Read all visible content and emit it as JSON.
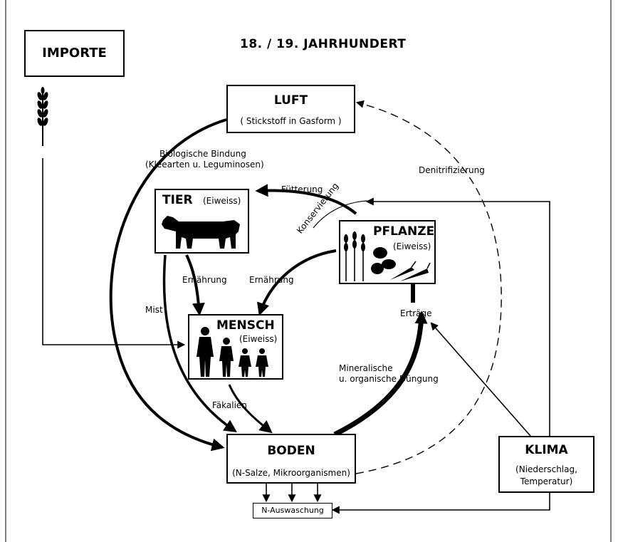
{
  "title": "18. / 19. JAHRHUNDERT",
  "nodes": {
    "importe": {
      "label": "IMPORTE"
    },
    "luft": {
      "label": "LUFT",
      "sub": "( Stickstoff in Gasform )"
    },
    "tier": {
      "label": "TIER",
      "sub": "(Eiweiss)"
    },
    "pflanze": {
      "label": "PFLANZE",
      "sub": "(Eiweiss)"
    },
    "mensch": {
      "label": "MENSCH",
      "sub": "(Eiweiss)"
    },
    "boden": {
      "label": "BODEN",
      "sub": "(N-Salze, Mikroorganismen)"
    },
    "klima": {
      "label": "KLIMA",
      "sub1": "(Niederschlag,",
      "sub2": "Temperatur)"
    },
    "auswaschung": {
      "label": "N-Auswaschung"
    }
  },
  "edge_labels": {
    "bio_bindung_1": "Biologische Bindung",
    "bio_bindung_2": "(Kleearten u. Leguminosen)",
    "fuetterung": "Fütterung",
    "konservierung": "Konservierung",
    "denitrifizierung": "Denitrifizierung",
    "ernaehrung_tier": "Ernährung",
    "ernaehrung_pflanze": "Ernährung",
    "mist": "Mist",
    "ertraege": "Erträge",
    "duengung_1": "Mineralische",
    "duengung_2": "u. organische Düngung",
    "faekalien": "Fäkalien"
  },
  "icons": [
    "wheat-icon",
    "cow-icon",
    "people-icon",
    "crops-icon"
  ],
  "colors": {
    "ink": "#000000",
    "background": "#ffffff"
  }
}
